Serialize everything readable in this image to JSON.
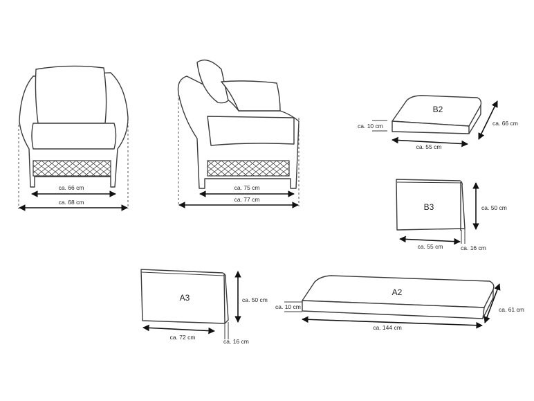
{
  "armchair": {
    "seat_width": "ca. 66 cm",
    "total_width": "ca. 68 cm"
  },
  "sofa": {
    "seat_width": "ca. 75 cm",
    "total_width": "ca. 77 cm"
  },
  "cushion_b2": {
    "label": "B2",
    "height": "ca. 10 cm",
    "width": "ca. 55 cm",
    "depth": "ca. 66 cm"
  },
  "cushion_b3": {
    "label": "B3",
    "height": "ca. 50 cm",
    "width": "ca. 55 cm",
    "depth": "ca. 16 cm"
  },
  "cushion_a3": {
    "label": "A3",
    "height": "ca. 50 cm",
    "width": "ca. 72 cm",
    "depth": "ca. 16 cm"
  },
  "cushion_a2": {
    "label": "A2",
    "height": "ca. 10 cm",
    "width": "ca. 144 cm",
    "depth": "ca. 61 cm"
  }
}
